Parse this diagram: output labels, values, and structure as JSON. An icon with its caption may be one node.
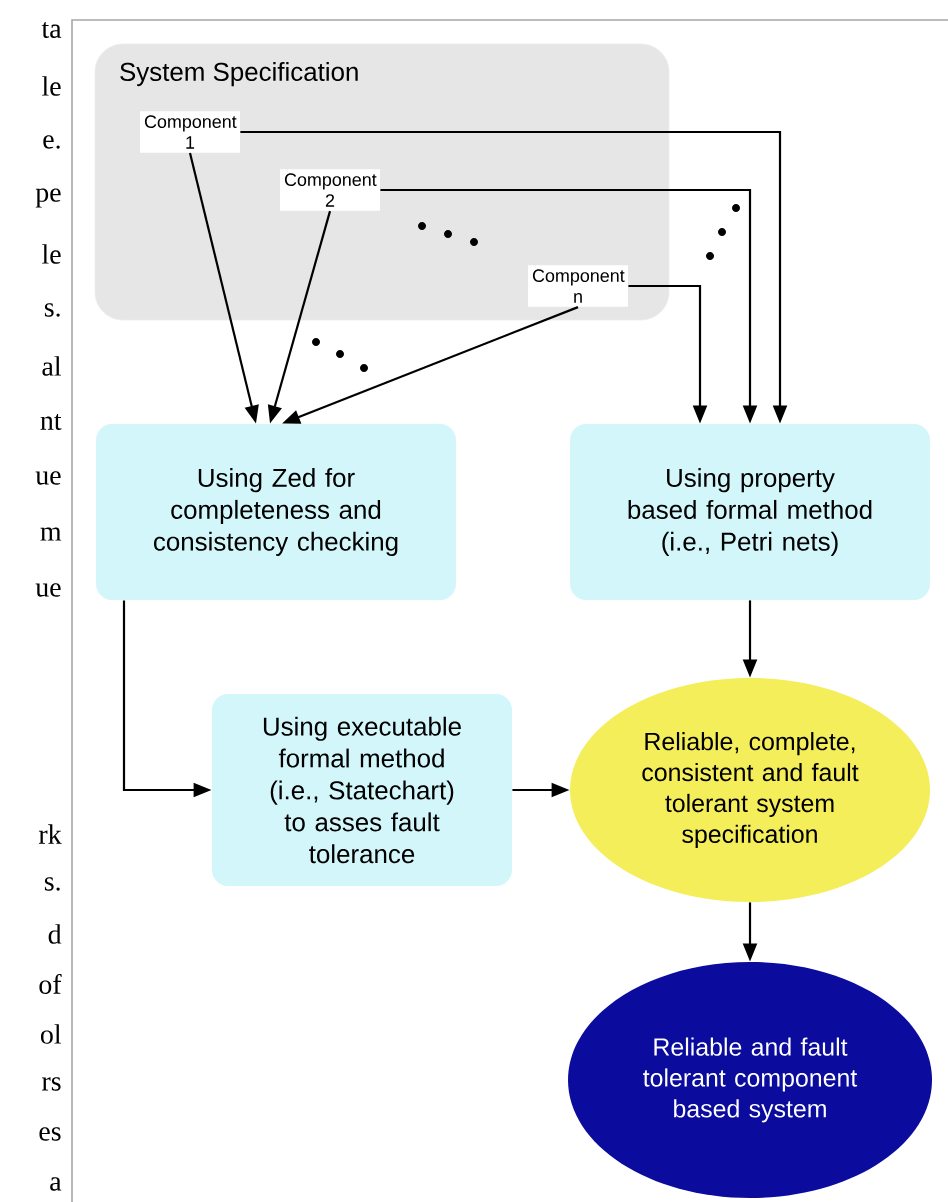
{
  "diagram": {
    "nodes": [
      {
        "text": [
          "System Specification"
        ]
      },
      {
        "text": [
          "Component 1"
        ],
        "in": 0
      },
      {
        "text": [
          "Component 2"
        ],
        "in": 0
      },
      {
        "text": [
          "Component n"
        ],
        "in": 0
      },
      {
        "text": [
          "Using Zed for completeness and consistency checking"
        ]
      },
      {
        "text": [
          "Using property based formal method (i.e., Petri nets)"
        ]
      },
      {
        "text": [
          "Using executable formal method (i.e., Statechart) to asses fault tolerance"
        ]
      },
      {
        "text": [
          "Reliable, complete, consistent and fault tolerant system specification"
        ]
      },
      {
        "text": [
          "Reliable and fault tolerant component based system"
        ]
      }
    ],
    "edges": [
      {
        "from": 1,
        "to": 4,
        "arrow": "to"
      },
      {
        "from": 2,
        "to": 4,
        "arrow": "to"
      },
      {
        "from": 3,
        "to": 4,
        "arrow": "to"
      },
      {
        "from": 1,
        "to": 5,
        "arrow": "to"
      },
      {
        "from": 2,
        "to": 5,
        "arrow": "to"
      },
      {
        "from": 3,
        "to": 5,
        "arrow": "to"
      },
      {
        "from": 4,
        "to": 6,
        "arrow": "to"
      },
      {
        "from": 5,
        "to": 7,
        "arrow": "to"
      },
      {
        "from": 6,
        "to": 7,
        "arrow": "to"
      },
      {
        "from": 7,
        "to": 8,
        "arrow": "to"
      }
    ],
    "labels": [
      "ta",
      "le",
      "e.",
      "pe",
      "le",
      "s.",
      "al",
      "nt",
      "ue",
      "m",
      "ue",
      "rk",
      "s.",
      "d",
      "of",
      "ol",
      "rs",
      "es",
      "a"
    ]
  }
}
